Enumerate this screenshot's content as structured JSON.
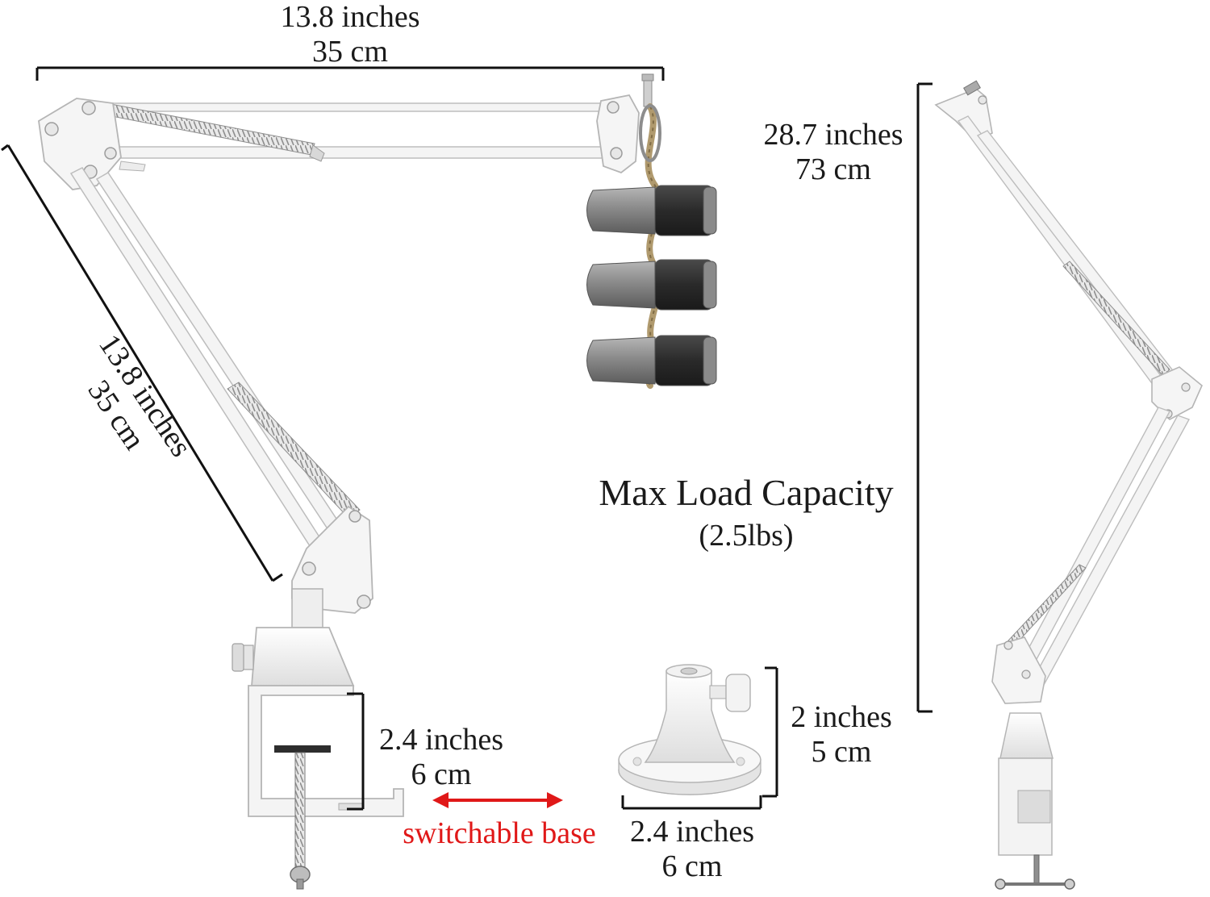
{
  "dimensions": {
    "top_arm": {
      "line1": "13.8 inches",
      "line2": "35 cm"
    },
    "lower_arm": {
      "line1": "13.8 inches",
      "line2": "35 cm"
    },
    "total_height": {
      "line1": "28.7 inches",
      "line2": "73 cm"
    },
    "clamp_opening": {
      "line1": "2.4 inches",
      "line2": "6 cm"
    },
    "base_height": {
      "line1": "2 inches",
      "line2": "5 cm"
    },
    "base_diameter": {
      "line1": "2.4 inches",
      "line2": "6 cm"
    }
  },
  "load": {
    "title": "Max Load Capacity",
    "value": "(2.5lbs)"
  },
  "switchable_label": "switchable base",
  "colors": {
    "arm": "#f3f3f3",
    "outline": "#b8b8b8",
    "dimension_line": "#111111",
    "arrow": "#e01818",
    "spring": "#9a9a9a",
    "mic_body": "#8c8c8c",
    "mic_grille": "#2e2e2e",
    "rope": "#b09a6e"
  }
}
